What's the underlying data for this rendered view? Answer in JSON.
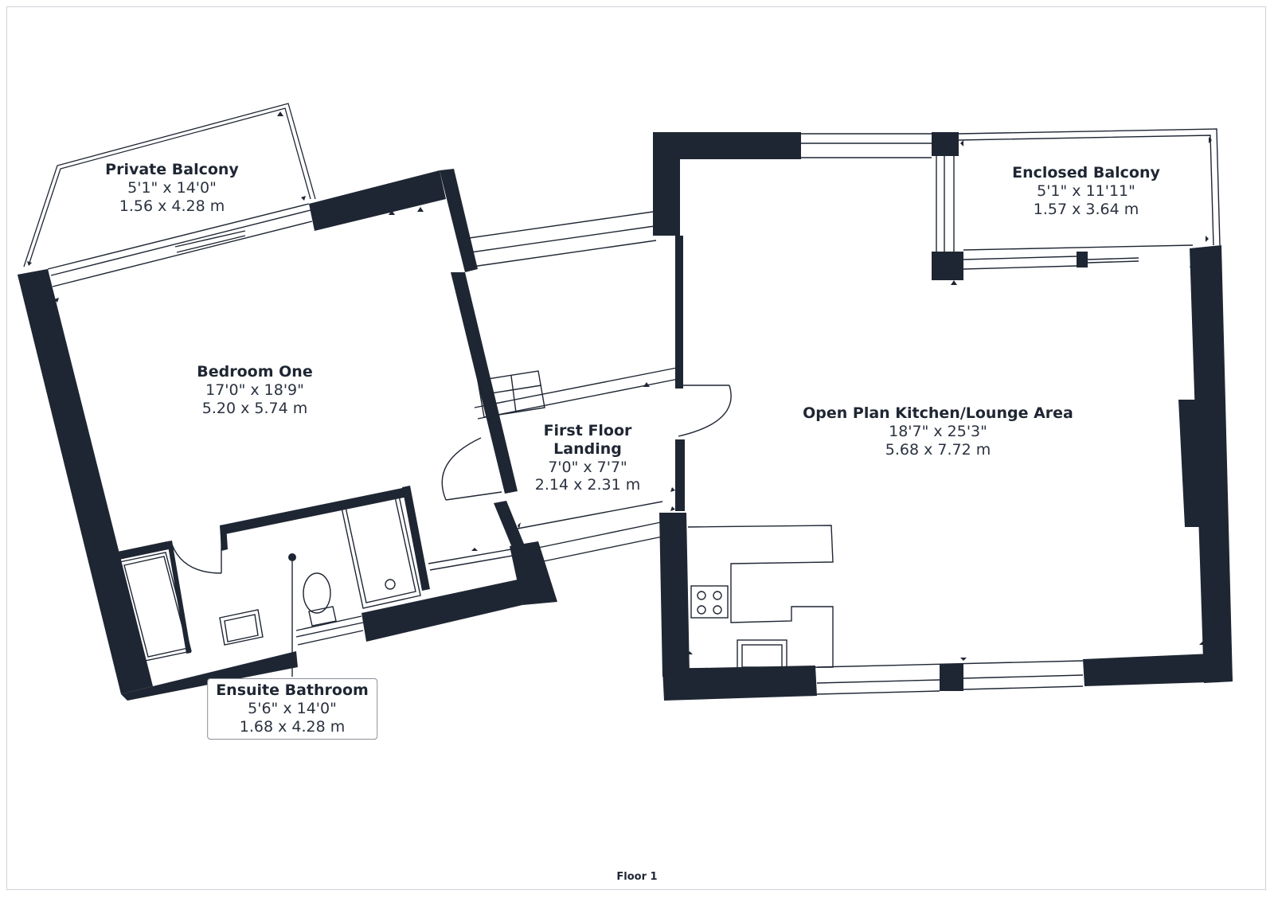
{
  "colors": {
    "wall": "#1f2633",
    "line": "#1f2633",
    "border": "#cfd3d8"
  },
  "rooms": {
    "private_balcony": {
      "name": "Private Balcony",
      "imperial": "5'1\" x 14'0\"",
      "metric": "1.56 x 4.28 m"
    },
    "bedroom_one": {
      "name": "Bedroom One",
      "imperial": "17'0\" x 18'9\"",
      "metric": "5.20 x 5.74 m"
    },
    "first_floor_landing": {
      "name_line1": "First Floor",
      "name_line2": "Landing",
      "imperial": "7'0\" x 7'7\"",
      "metric": "2.14 x 2.31 m"
    },
    "ensuite_bathroom": {
      "name": "Ensuite Bathroom",
      "imperial": "5'6\" x 14'0\"",
      "metric": "1.68 x 4.28 m"
    },
    "open_plan": {
      "name": "Open Plan Kitchen/Lounge Area",
      "imperial": "18'7\" x 25'3\"",
      "metric": "5.68 x 7.72 m"
    },
    "enclosed_balcony": {
      "name": "Enclosed Balcony",
      "imperial": "5'1\" x 11'11\"",
      "metric": "1.57 x 3.64 m"
    }
  },
  "floor_label": "Floor 1"
}
